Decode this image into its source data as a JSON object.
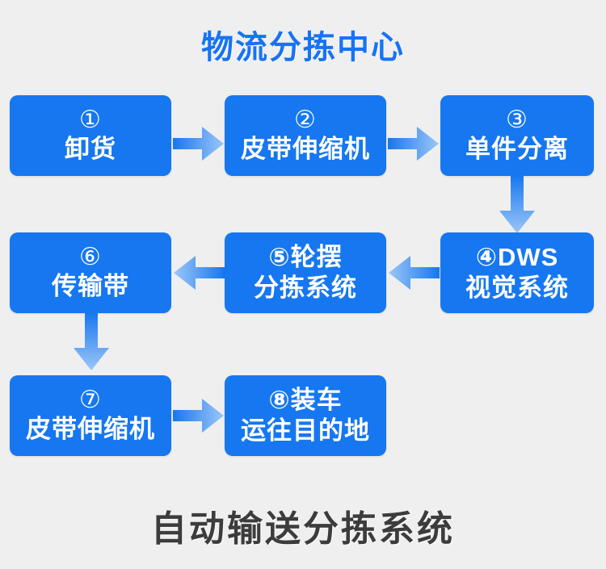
{
  "meta": {
    "background_color": "#efefef",
    "node_color": "#1677f0",
    "title_color": "#1773f5",
    "bottom_title_color": "#3c3c3c",
    "arrow_color_dark": "#1677f0",
    "arrow_color_light": "#9cc6f7"
  },
  "header": {
    "title": "物流分拣中心"
  },
  "footer": {
    "title": "自动输送分拣系统"
  },
  "flow": {
    "nodes": [
      {
        "id": "node-1",
        "line1": "①",
        "line2": "卸货"
      },
      {
        "id": "node-2",
        "line1": "②",
        "line2": "皮带伸缩机"
      },
      {
        "id": "node-3",
        "line1": "③",
        "line2": "单件分离"
      },
      {
        "id": "node-4",
        "line1": "④DWS",
        "line2": "视觉系统"
      },
      {
        "id": "node-5",
        "line1": "⑤轮摆",
        "line2": "分拣系统"
      },
      {
        "id": "node-6",
        "line1": "⑥",
        "line2": "传输带"
      },
      {
        "id": "node-7",
        "line1": "⑦",
        "line2": "皮带伸缩机"
      },
      {
        "id": "node-8",
        "line1": "⑧装车",
        "line2": "运往目的地"
      }
    ],
    "connectors": [
      {
        "id": "arrow-1-to-2",
        "direction": "right"
      },
      {
        "id": "arrow-2-to-3",
        "direction": "right"
      },
      {
        "id": "arrow-3-to-4",
        "direction": "down"
      },
      {
        "id": "arrow-4-to-5",
        "direction": "left"
      },
      {
        "id": "arrow-5-to-6",
        "direction": "left"
      },
      {
        "id": "arrow-6-to-7",
        "direction": "down"
      },
      {
        "id": "arrow-7-to-8",
        "direction": "right"
      }
    ]
  }
}
